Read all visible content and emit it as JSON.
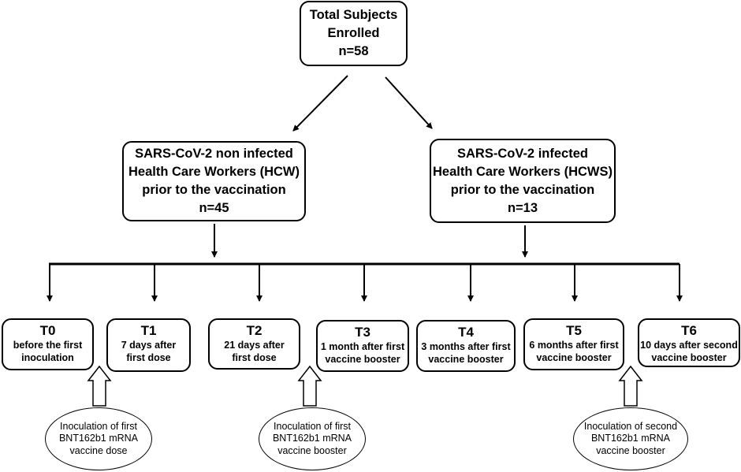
{
  "total": {
    "lines": [
      "Total Subjects",
      "Enrolled",
      "n=58"
    ]
  },
  "group_left": {
    "lines": [
      "SARS-CoV-2 non infected",
      "Health Care Workers  (HCW)",
      "prior to the vaccination",
      "n=45"
    ]
  },
  "group_right": {
    "lines": [
      "SARS-CoV-2 infected",
      "Health Care Workers (HCWS)",
      "prior to the vaccination",
      "n=13"
    ]
  },
  "timepoints": [
    {
      "label": "T0",
      "desc": [
        "before the first",
        "inoculation"
      ]
    },
    {
      "label": "T1",
      "desc": [
        "7 days after",
        "first dose"
      ]
    },
    {
      "label": "T2",
      "desc": [
        "21 days after",
        "first dose"
      ]
    },
    {
      "label": "T3",
      "desc": [
        "1 month after first",
        "vaccine booster"
      ]
    },
    {
      "label": "T4",
      "desc": [
        "3 months after first",
        "vaccine booster"
      ]
    },
    {
      "label": "T5",
      "desc": [
        "6 months after first",
        "vaccine booster"
      ]
    },
    {
      "label": "T6",
      "desc": [
        "10 days after second",
        "vaccine booster"
      ]
    }
  ],
  "inoculations": [
    {
      "lines": [
        "Inoculation of first",
        "BNT162b1 mRNA",
        "vaccine dose"
      ]
    },
    {
      "lines": [
        "Inoculation of first",
        "BNT162b1 mRNA",
        "vaccine booster"
      ]
    },
    {
      "lines": [
        "Inoculation of second",
        "BNT162b1 mRNA",
        "vaccine booster"
      ]
    }
  ]
}
